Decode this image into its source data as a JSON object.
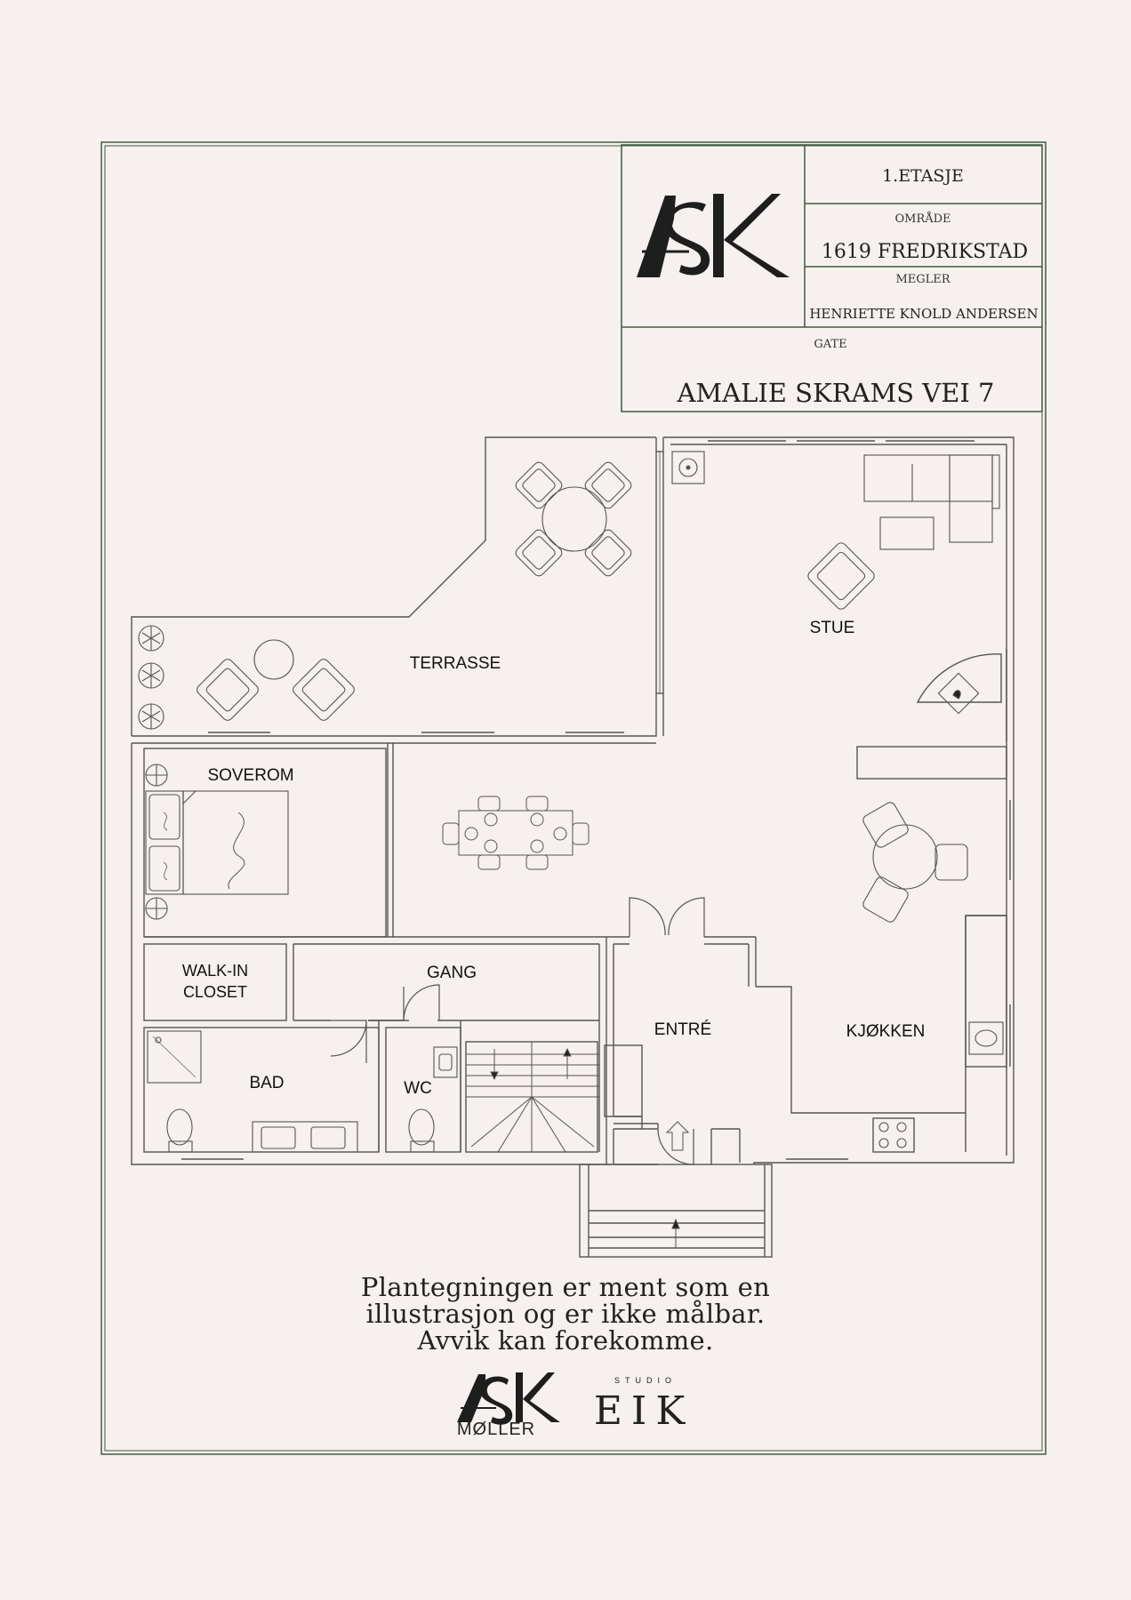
{
  "title_block": {
    "logo": "ASK",
    "floor": "1.ETASJE",
    "area_label": "OMRÅDE",
    "area_value": "1619 FREDRIKSTAD",
    "agent_label": "MEGLER",
    "agent_value": "HENRIETTE KNOLD ANDERSEN",
    "street_label": "GATE",
    "street_value": "AMALIE SKRAMS VEI 7"
  },
  "rooms": {
    "terrasse": "TERRASSE",
    "stue": "STUE",
    "soverom": "SOVEROM",
    "walkin_line1": "WALK-IN",
    "walkin_line2": "CLOSET",
    "gang": "GANG",
    "entre": "ENTRÉ",
    "kjokken": "KJØKKEN",
    "bad": "BAD",
    "wc": "WC"
  },
  "disclaimer": {
    "line1": "Plantegningen er ment som en",
    "line2": "illustrasjon og er ikke målbar.",
    "line3": "Avvik kan forekomme."
  },
  "footer_logos": {
    "ask_moller_mark": "ASK",
    "ask_moller_name": "MØLLER",
    "studio_label": "STUDIO",
    "eik_name": "EIK"
  },
  "colors": {
    "background": "#f6f0ee",
    "frame": "#3e5a3e",
    "ink": "#222222"
  }
}
